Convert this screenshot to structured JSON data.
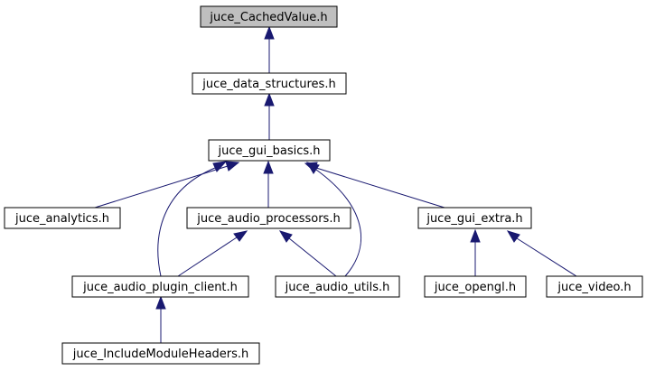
{
  "diagram": {
    "nodes": [
      {
        "id": "cached",
        "label": "juce_CachedValue.h",
        "highlight": true
      },
      {
        "id": "data",
        "label": "juce_data_structures.h"
      },
      {
        "id": "gui",
        "label": "juce_gui_basics.h"
      },
      {
        "id": "analytics",
        "label": "juce_analytics.h"
      },
      {
        "id": "proc",
        "label": "juce_audio_processors.h"
      },
      {
        "id": "extra",
        "label": "juce_gui_extra.h"
      },
      {
        "id": "plugin",
        "label": "juce_audio_plugin_client.h"
      },
      {
        "id": "utils",
        "label": "juce_audio_utils.h"
      },
      {
        "id": "opengl",
        "label": "juce_opengl.h"
      },
      {
        "id": "video",
        "label": "juce_video.h"
      },
      {
        "id": "include",
        "label": "juce_IncludeModuleHeaders.h"
      }
    ],
    "edges": [
      {
        "from": "data",
        "to": "cached"
      },
      {
        "from": "gui",
        "to": "data"
      },
      {
        "from": "analytics",
        "to": "gui"
      },
      {
        "from": "proc",
        "to": "gui"
      },
      {
        "from": "extra",
        "to": "gui"
      },
      {
        "from": "plugin",
        "to": "gui"
      },
      {
        "from": "utils",
        "to": "gui"
      },
      {
        "from": "plugin",
        "to": "proc"
      },
      {
        "from": "utils",
        "to": "proc"
      },
      {
        "from": "opengl",
        "to": "extra"
      },
      {
        "from": "video",
        "to": "extra"
      },
      {
        "from": "include",
        "to": "plugin"
      }
    ],
    "colors": {
      "edge": "#191970",
      "highlight_fill": "#bfbfbf",
      "node_fill": "#ffffff",
      "node_stroke": "#000000"
    }
  }
}
